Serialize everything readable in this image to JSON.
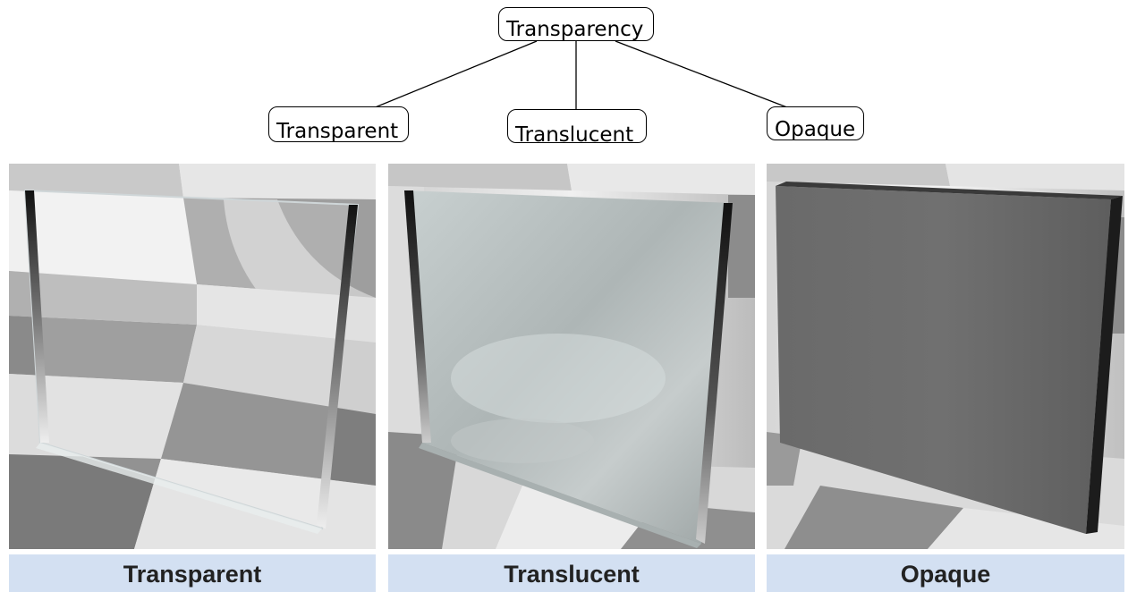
{
  "hierarchy": {
    "root": "Transparency",
    "children": [
      "Transparent",
      "Translucent",
      "Opaque"
    ]
  },
  "panels": [
    {
      "caption": "Transparent",
      "material": "transparent"
    },
    {
      "caption": "Translucent",
      "material": "translucent"
    },
    {
      "caption": "Opaque",
      "material": "opaque"
    }
  ],
  "colors": {
    "caption_background": "#d3e0f2",
    "caption_text": "#222222",
    "node_border": "#000000"
  }
}
